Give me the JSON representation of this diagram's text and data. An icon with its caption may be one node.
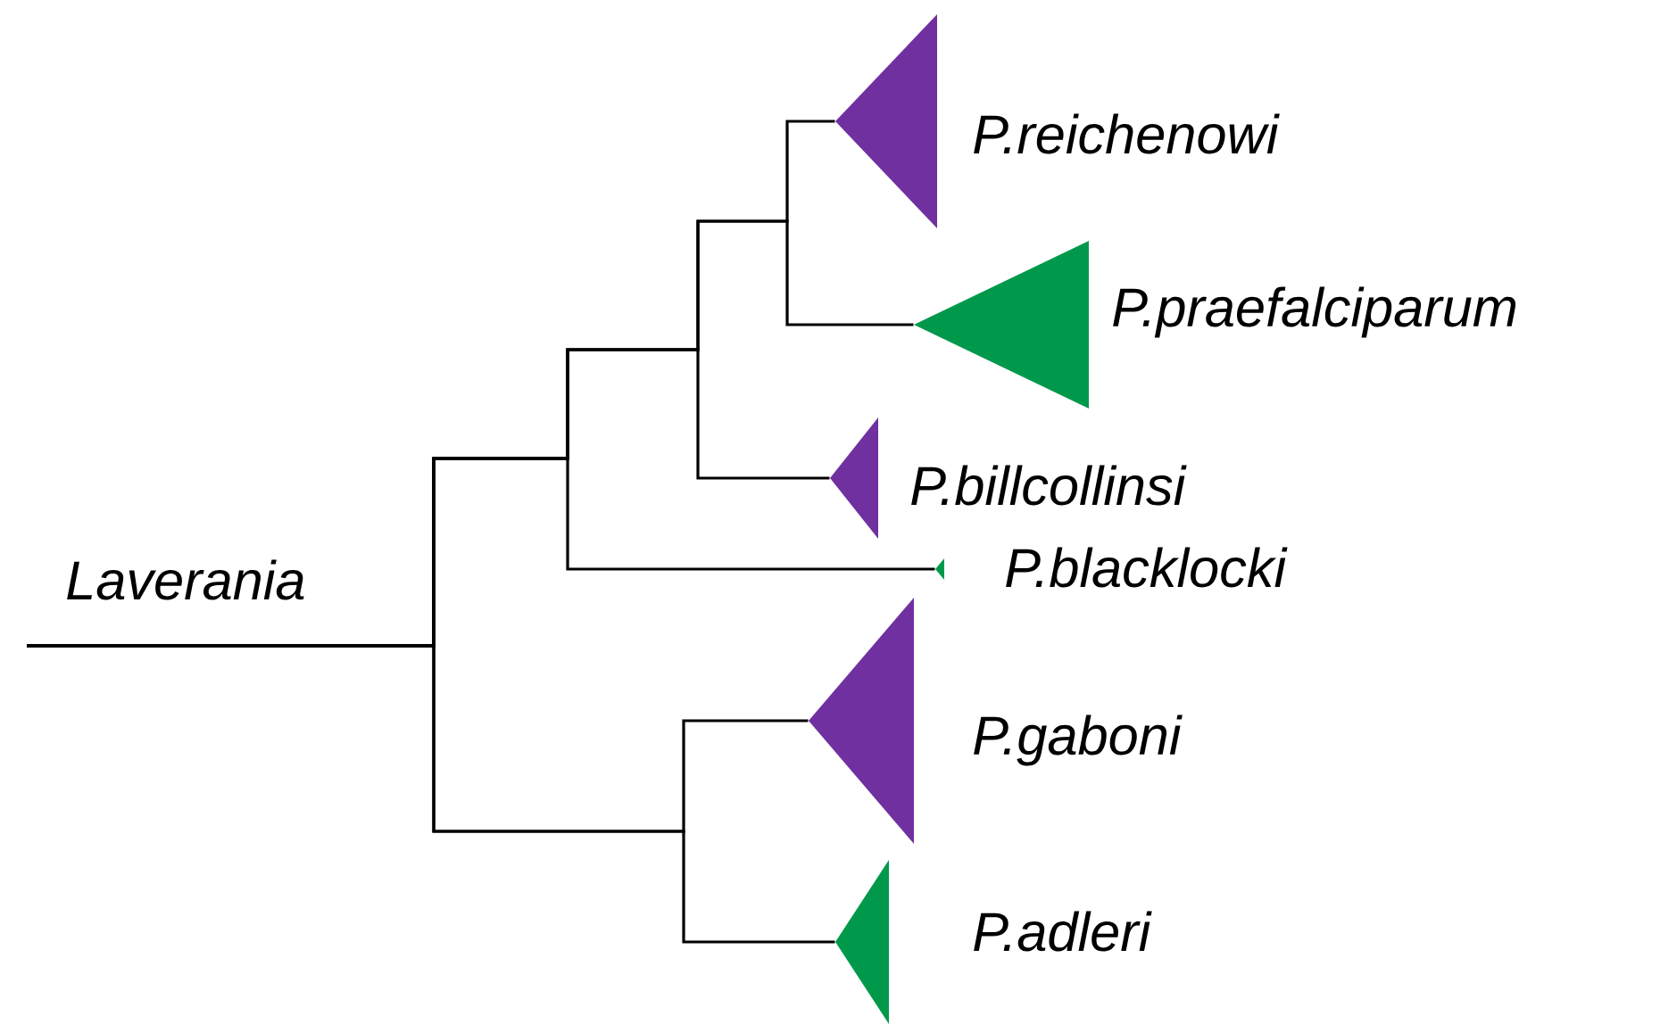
{
  "diagram": {
    "nodes": [
      {
        "text": [
          "Laverania"
        ]
      },
      {
        "text": [],
        "shape": "triangle",
        "beside": [
          "P.reichenowi"
        ]
      },
      {
        "text": [],
        "shape": "triangle",
        "beside": [
          "P.praefalciparum"
        ]
      },
      {
        "text": [],
        "shape": "triangle",
        "beside": [
          "P.billcollinsi"
        ]
      },
      {
        "text": [],
        "shape": "triangle",
        "beside": [
          "P.blacklocki"
        ]
      },
      {
        "text": [],
        "shape": "triangle",
        "beside": [
          "P.gaboni"
        ]
      },
      {
        "text": [],
        "shape": "triangle",
        "beside": [
          "P.adleri"
        ]
      }
    ],
    "edges": [
      {
        "from": 0,
        "to": 1,
        "arrow": "none"
      },
      {
        "from": 0,
        "to": 2,
        "arrow": "none"
      },
      {
        "from": 0,
        "to": 3,
        "arrow": "none"
      },
      {
        "from": 0,
        "to": 4,
        "arrow": "none"
      },
      {
        "from": 0,
        "to": 5,
        "arrow": "none"
      },
      {
        "from": 0,
        "to": 6,
        "arrow": "none"
      }
    ]
  }
}
